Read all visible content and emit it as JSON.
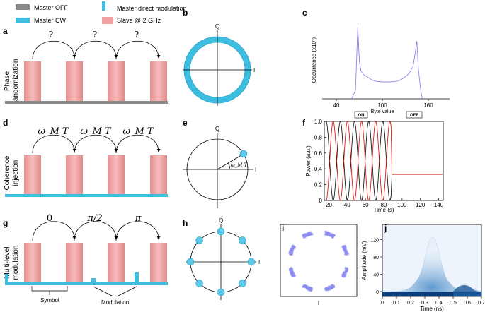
{
  "legend": {
    "master_off": "Master OFF",
    "master_cw": "Master CW",
    "master_direct_modulation": "Master direct modulation",
    "slave": "Slave @ 2 GHz"
  },
  "panel_letters": {
    "a": "a",
    "b": "b",
    "c": "c",
    "d": "d",
    "e": "e",
    "f": "f",
    "g": "g",
    "h": "h",
    "i": "i",
    "j": "j"
  },
  "row_a": {
    "side_label_1": "Phase",
    "side_label_2": "randomization",
    "arc_labels": [
      "?",
      "?",
      "?"
    ]
  },
  "row_d": {
    "side_label_1": "Coherence",
    "side_label_2": "injection",
    "arc_labels": [
      "ω_M T",
      "ω_M T",
      "ω_M T"
    ]
  },
  "row_g": {
    "side_label_1": "Multi-level",
    "side_label_2": "modulation",
    "arc_labels": [
      "0",
      "π/2",
      "π"
    ],
    "symbol_label": "Symbol",
    "modulation_label": "Modulation"
  },
  "iq": {
    "q_label": "Q",
    "i_label": "I",
    "angle_label": "ω_M T"
  },
  "histogram": {
    "xlabel": "Byte value",
    "ylabel": "Occurrence (x10³)",
    "x_ticks": [
      "40",
      "100",
      "160"
    ],
    "chart_data": {
      "type": "line",
      "x": [
        65,
        68,
        70,
        72,
        75,
        80,
        85,
        90,
        95,
        100,
        105,
        110,
        115,
        120,
        125,
        130,
        135,
        140,
        143,
        145,
        147,
        150
      ],
      "values": [
        1,
        8.5,
        4.5,
        3.3,
        2.9,
        2.6,
        2.3,
        2.1,
        2.05,
        2.0,
        2.0,
        2.0,
        2.05,
        2.1,
        2.3,
        2.6,
        3.0,
        3.8,
        5.5,
        6.8,
        3.5,
        1.0
      ],
      "color": "#8888ee"
    }
  },
  "power": {
    "xlabel": "Time (s)",
    "ylabel": "Power (a.u.)",
    "on_label": "ON",
    "off_label": "OFF",
    "x_ticks": [
      "20",
      "40",
      "60",
      "80",
      "100",
      "120",
      "140"
    ],
    "y_ticks": [
      "0",
      "0.2",
      "0.4",
      "0.6",
      "0.8",
      "1.0"
    ],
    "chart_data": {
      "type": "line",
      "xlim": [
        15,
        145
      ],
      "ylim": [
        0,
        1
      ],
      "switch_time": 88,
      "off_level": 0.33,
      "series": [
        {
          "color": "#000000",
          "phase": 0
        },
        {
          "color": "#dd0000",
          "phase": 3.14159
        }
      ],
      "period": 15.5
    }
  },
  "constellation": {
    "i_label": "I",
    "q_label": "Q"
  },
  "eye": {
    "xlabel": "Time (ns)",
    "ylabel": "Amplitude (mV)",
    "x_ticks": [
      "0",
      "0.1",
      "0.2",
      "0.3",
      "0.4",
      "0.5",
      "0.6",
      "0.7"
    ],
    "y_ticks": [
      "0",
      "40",
      "80",
      "120"
    ]
  }
}
